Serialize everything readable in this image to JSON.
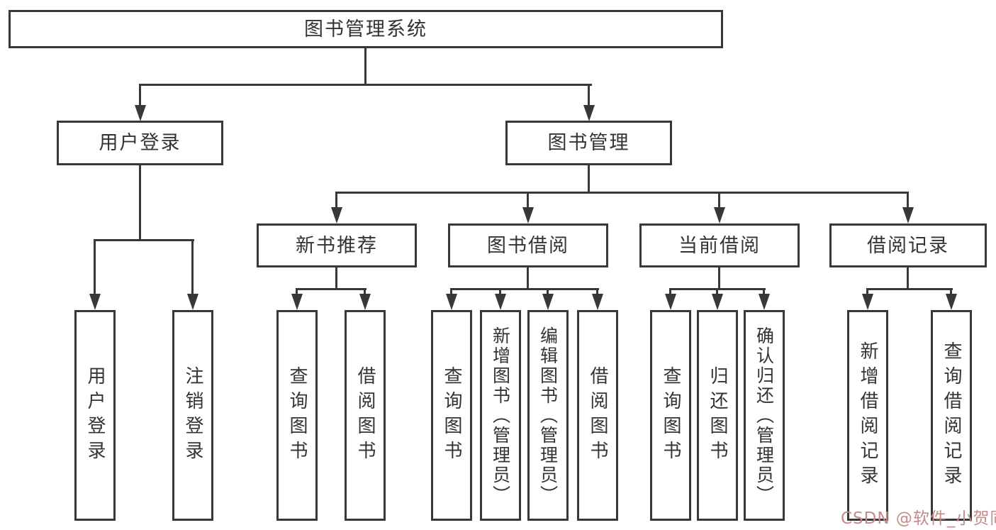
{
  "page": {
    "background": "#ffffff",
    "line_color": "#383838",
    "text_color": "#333333"
  },
  "watermark": {
    "text": "CSDN @软件_小贺同学",
    "color": "#c58a8a"
  },
  "diagram": {
    "type": "tree",
    "title": "图书管理系统",
    "nodes": {
      "root": "图书管理系统",
      "user_login": "用户登录",
      "book_mgmt": "图书管理",
      "new_book_rec": "新书推荐",
      "book_borrow": "图书借阅",
      "current_borrow": "当前借阅",
      "borrow_records": "借阅记录",
      "ul_login": "用户登录",
      "ul_logout": "注销登录",
      "nb_query": "查询图书",
      "nb_borrow": "借阅图书",
      "bb_query": "查询图书",
      "bb_add": "新增图书（管理员）",
      "bb_edit": "编辑图书（管理员）",
      "bb_borrow": "借阅图书",
      "cb_query": "查询图书",
      "cb_return": "归还图书",
      "cb_confirm": "确认归还（管理员）",
      "br_add": "新增借阅记录",
      "br_query": "查询借阅记录"
    },
    "structure": {
      "root": [
        "user_login",
        "book_mgmt"
      ],
      "user_login": [
        "ul_login",
        "ul_logout"
      ],
      "book_mgmt": [
        "new_book_rec",
        "book_borrow",
        "current_borrow",
        "borrow_records"
      ],
      "new_book_rec": [
        "nb_query",
        "nb_borrow"
      ],
      "book_borrow": [
        "bb_query",
        "bb_add",
        "bb_edit",
        "bb_borrow"
      ],
      "current_borrow": [
        "cb_query",
        "cb_return",
        "cb_confirm"
      ],
      "borrow_records": [
        "br_add",
        "br_query"
      ]
    }
  }
}
